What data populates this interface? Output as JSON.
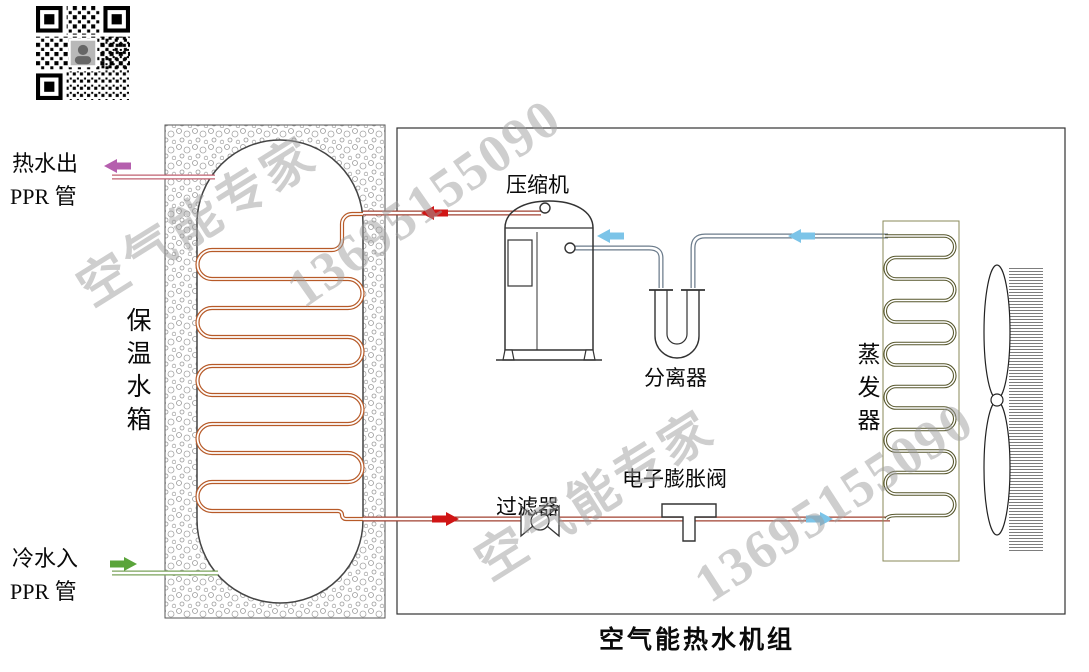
{
  "left_side": {
    "hot_out": "热水出",
    "hot_out_pipe": "PPR 管",
    "cold_in": "冷水入",
    "cold_in_pipe": "PPR 管",
    "tank": "保温水箱"
  },
  "components": {
    "compressor": "压缩机",
    "separator": "分离器",
    "evaporator": "蒸发器",
    "filter": "过滤器",
    "expansion_valve": "电子膨胀阀"
  },
  "caption": "空气能热水机组",
  "watermark": {
    "brand": "空气能专家",
    "phone": "13695155090"
  },
  "colors": {
    "hot": "#d01515",
    "cold": "#7cc4e8",
    "hot_water": "#b55fae",
    "cold_water": "#5aa43a"
  },
  "icons": {
    "qr": "qr-code"
  }
}
